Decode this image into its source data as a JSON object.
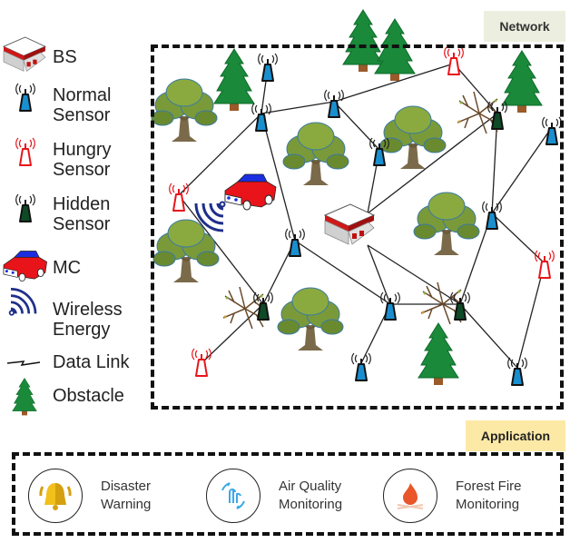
{
  "legend": {
    "items": [
      {
        "icon": "base-station-icon",
        "label": "BS"
      },
      {
        "icon": "normal-sensor-icon",
        "label": "Normal\nSensor"
      },
      {
        "icon": "hungry-sensor-icon",
        "label": "Hungry\nSensor"
      },
      {
        "icon": "hidden-sensor-icon",
        "label": "Hidden\nSensor"
      },
      {
        "icon": "mobile-charger-car-icon",
        "label": "MC"
      },
      {
        "icon": "wireless-energy-icon",
        "label": "Wireless\nEnergy"
      },
      {
        "icon": "data-link-icon",
        "label": "Data Link"
      },
      {
        "icon": "obstacle-tree-icon",
        "label": "Obstacle"
      }
    ]
  },
  "network": {
    "title": "Network",
    "colors": {
      "normal_sensor": "#1a8fd0",
      "hungry_sensor": "#e8141a",
      "hidden_sensor": "#0e4a26",
      "car_body": "#e8141a",
      "car_roof": "#1a2ee0",
      "wireless_energy": "#1f2f8a",
      "pine": "#1a8a3a",
      "oak": "#7a9a3a",
      "bs_stripe": "#d01818"
    }
  },
  "application": {
    "title": "Application",
    "items": [
      {
        "icon": "bell-warning-icon",
        "label": "Disaster\nWarning",
        "color": "#f2c01a"
      },
      {
        "icon": "air-quality-icon",
        "label": "Air Quality\nMonitoring",
        "color": "#3aa8e8"
      },
      {
        "icon": "campfire-icon",
        "label": "Forest Fire\nMonitoring",
        "color": "#e8562a"
      }
    ]
  }
}
